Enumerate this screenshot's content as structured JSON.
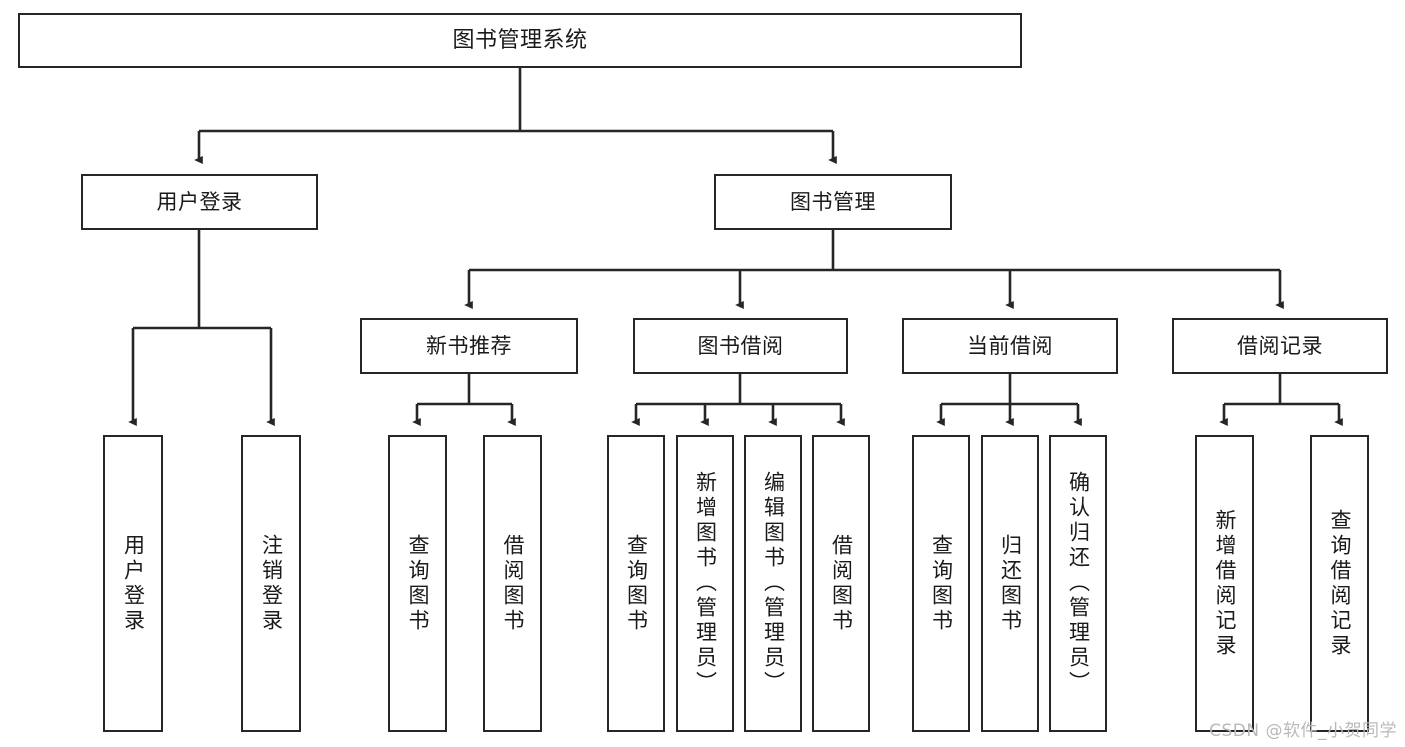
{
  "diagram": {
    "title": "图书管理系统",
    "type": "tree-hierarchy-diagram",
    "watermark": "CSDN @软件_小贺同学",
    "colors": {
      "background": "#ffffff",
      "node_border": "#262626",
      "node_fill": "#ffffff",
      "edge": "#262626",
      "text": "#1a1a1a",
      "watermark": "#b9b9b9"
    },
    "levels": {
      "level1": [
        "图书管理系统"
      ],
      "level2": [
        "用户登录",
        "图书管理"
      ],
      "level3": [
        "新书推荐",
        "图书借阅",
        "当前借阅",
        "借阅记录"
      ],
      "level4": [
        "用户登录",
        "注销登录",
        "查询图书",
        "借阅图书",
        "查询图书",
        "新增图书（管理员）",
        "编辑图书（管理员）",
        "借阅图书",
        "查询图书",
        "归还图书",
        "确认归还（管理员）",
        "新增借阅记录",
        "查询借阅记录"
      ]
    },
    "nodes": {
      "root": {
        "label": "图书管理系统"
      },
      "user_login": {
        "label": "用户登录"
      },
      "book_manage": {
        "label": "图书管理"
      },
      "new_book_rec": {
        "label": "新书推荐"
      },
      "book_borrow": {
        "label": "图书借阅"
      },
      "current_borrow": {
        "label": "当前借阅"
      },
      "borrow_record": {
        "label": "借阅记录"
      },
      "leaf_user_login": {
        "label": "用户登录"
      },
      "leaf_logout": {
        "label": "注销登录"
      },
      "leaf_query_book_1": {
        "label": "查询图书"
      },
      "leaf_borrow_book_1": {
        "label": "借阅图书"
      },
      "leaf_query_book_2": {
        "label": "查询图书"
      },
      "leaf_add_book_admin": {
        "label": "新增图书（管理员）"
      },
      "leaf_edit_book_admin": {
        "label": "编辑图书（管理员）"
      },
      "leaf_borrow_book_2": {
        "label": "借阅图书"
      },
      "leaf_query_book_3": {
        "label": "查询图书"
      },
      "leaf_return_book": {
        "label": "归还图书"
      },
      "leaf_confirm_return_admin": {
        "label": "确认归还（管理员）"
      },
      "leaf_add_borrow_record": {
        "label": "新增借阅记录"
      },
      "leaf_query_borrow_record": {
        "label": "查询借阅记录"
      }
    },
    "edges": [
      {
        "from": "root",
        "to": "user_login"
      },
      {
        "from": "root",
        "to": "book_manage"
      },
      {
        "from": "user_login",
        "to": "leaf_user_login"
      },
      {
        "from": "user_login",
        "to": "leaf_logout"
      },
      {
        "from": "book_manage",
        "to": "new_book_rec"
      },
      {
        "from": "book_manage",
        "to": "book_borrow"
      },
      {
        "from": "book_manage",
        "to": "current_borrow"
      },
      {
        "from": "book_manage",
        "to": "borrow_record"
      },
      {
        "from": "new_book_rec",
        "to": "leaf_query_book_1"
      },
      {
        "from": "new_book_rec",
        "to": "leaf_borrow_book_1"
      },
      {
        "from": "book_borrow",
        "to": "leaf_query_book_2"
      },
      {
        "from": "book_borrow",
        "to": "leaf_add_book_admin"
      },
      {
        "from": "book_borrow",
        "to": "leaf_edit_book_admin"
      },
      {
        "from": "book_borrow",
        "to": "leaf_borrow_book_2"
      },
      {
        "from": "current_borrow",
        "to": "leaf_query_book_3"
      },
      {
        "from": "current_borrow",
        "to": "leaf_return_book"
      },
      {
        "from": "current_borrow",
        "to": "leaf_confirm_return_admin"
      },
      {
        "from": "borrow_record",
        "to": "leaf_add_borrow_record"
      },
      {
        "from": "borrow_record",
        "to": "leaf_query_borrow_record"
      }
    ]
  }
}
